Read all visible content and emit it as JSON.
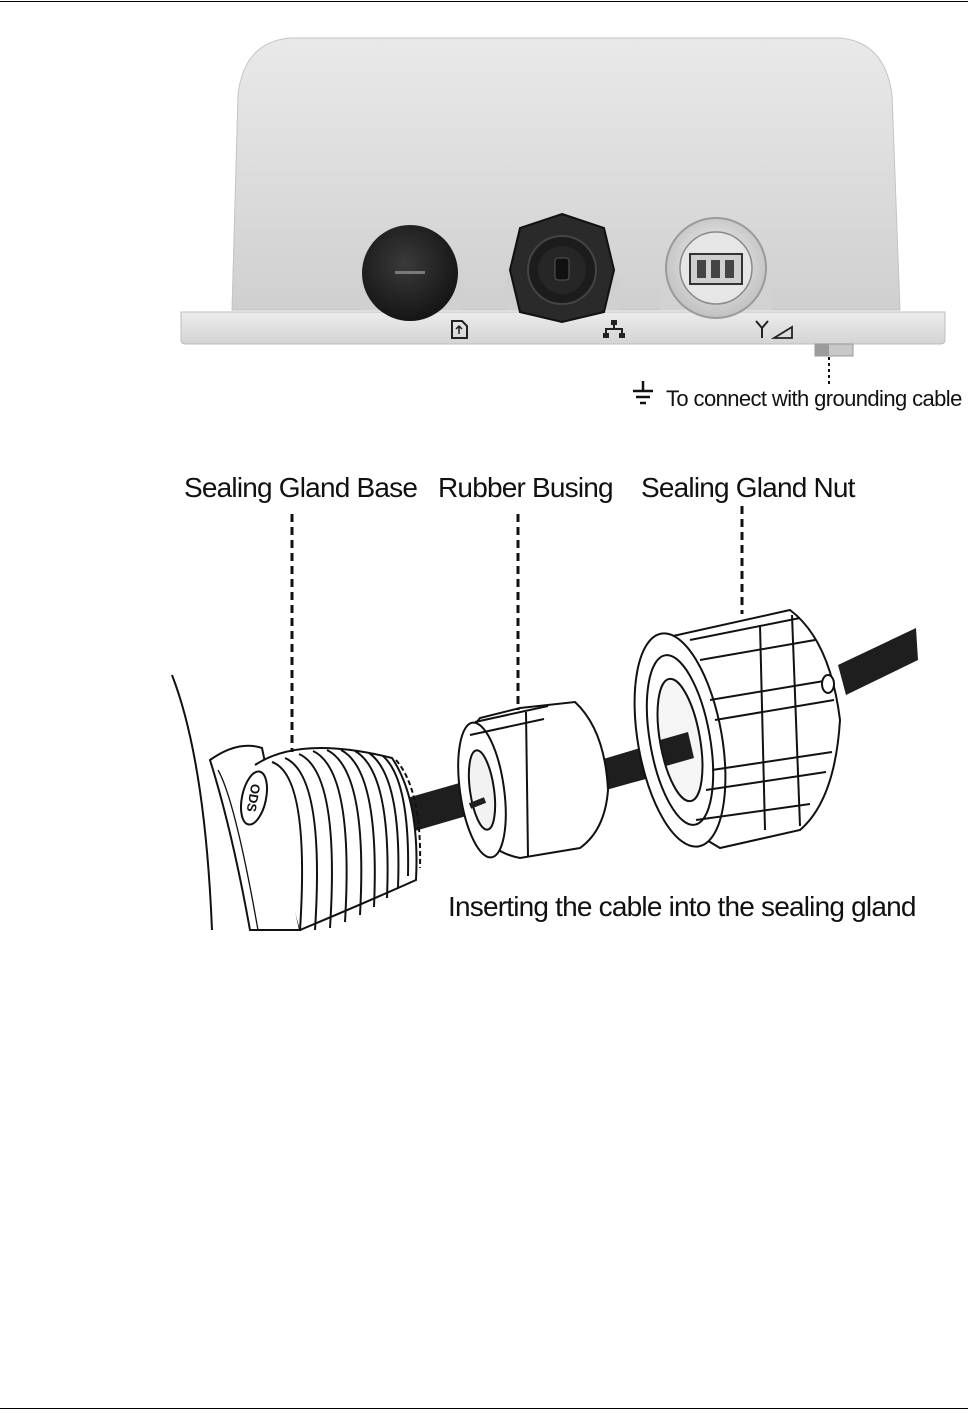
{
  "photo": {
    "ground_label": "To connect with grounding cable",
    "port_icons": [
      "sim-card-icon",
      "ethernet-icon",
      "antenna-icon",
      "signal-icon"
    ],
    "ground_icon": "ground-icon"
  },
  "diagram": {
    "labels": {
      "base": "Sealing Gland Base",
      "bushing": "Rubber Busing",
      "nut": "Sealing Gland Nut"
    },
    "caption": "Inserting the cable into the sealing gland",
    "embossed_logo": "ODS"
  },
  "colors": {
    "housing": "#dcdcdc",
    "cap": "#2a2a2a",
    "line": "#111111"
  }
}
